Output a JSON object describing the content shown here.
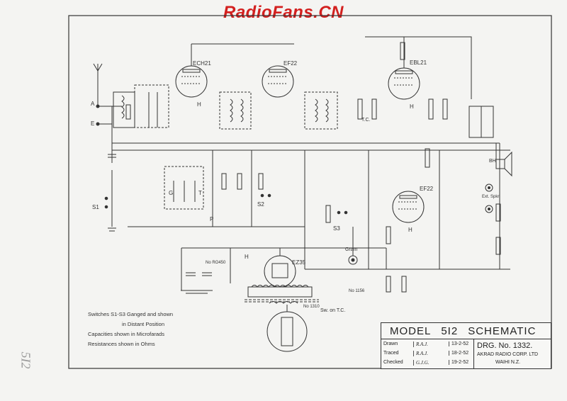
{
  "watermark": "RadioFans.CN",
  "tubes": {
    "v1": "ECH21",
    "v2": "EF22",
    "v3": "EBL21",
    "v4": "EF22",
    "v5": "EZ35"
  },
  "labels": {
    "aerial": "A",
    "earth": "E",
    "s1": "S1",
    "s2": "S2",
    "s3": "S3",
    "gram": "Gram",
    "sw_on_tc": "Sw. on T.C.",
    "tc": "T.C.",
    "bh": "BH",
    "ext_spkr": "Ext. Spkr",
    "g": "G",
    "t": "T",
    "p": "P",
    "h1": "H",
    "h2": "H",
    "h3": "H",
    "h4": "H",
    "part_1310": "No 1310",
    "part_0450": "No RO450",
    "part_1156": "No 1156"
  },
  "notes": [
    "Switches   S1-S3  Ganged and shown",
    "in  Distant  Position",
    "Capacities  shown  in  Microfarads",
    "Resistances  shown  in  Ohms"
  ],
  "title_block": {
    "model_label": "MODEL",
    "model_no": "5I2",
    "title": "SCHEMATIC",
    "rows": [
      {
        "key": "Drawn",
        "sig": "R.A.J.",
        "date": "13-2-52"
      },
      {
        "key": "Traced",
        "sig": "R.A.J.",
        "date": "18-2-52"
      },
      {
        "key": "Checked",
        "sig": "G.J.G.",
        "date": "19-2-52"
      }
    ],
    "drg": "DRG. No. 1332.",
    "company": "AKRAD RADIO CORP. LTD",
    "location": "WAIHI   N.Z."
  },
  "margin_note": "5I2"
}
